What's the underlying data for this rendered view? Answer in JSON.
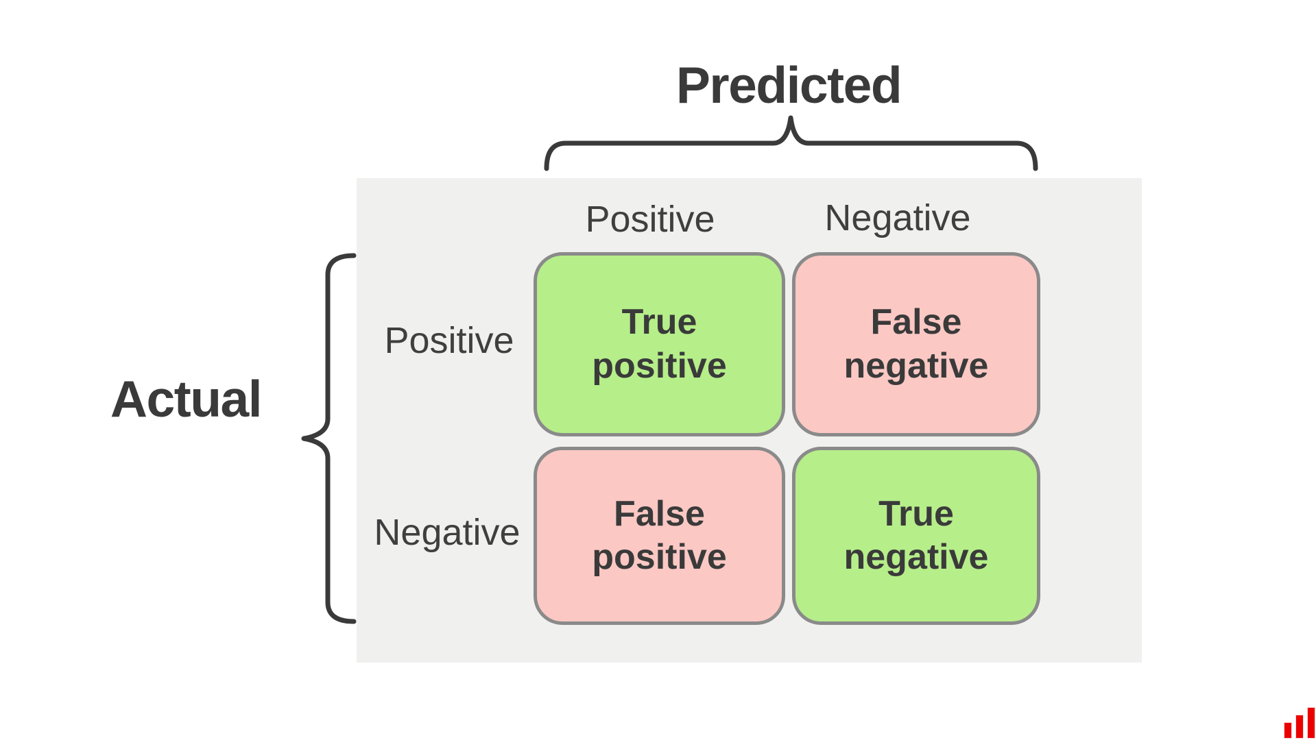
{
  "title_predicted": "Predicted",
  "title_actual": "Actual",
  "columns": [
    "Positive",
    "Negative"
  ],
  "rows": [
    "Positive",
    "Negative"
  ],
  "cells": [
    {
      "name": "true-positive",
      "label": "True\npositive",
      "row": "Positive",
      "column": "Positive",
      "category": "correct"
    },
    {
      "name": "false-negative",
      "label": "False\nnegative",
      "row": "Positive",
      "column": "Negative",
      "category": "incorrect"
    },
    {
      "name": "false-positive",
      "label": "False\npositive",
      "row": "Negative",
      "column": "Positive",
      "category": "incorrect"
    },
    {
      "name": "true-negative",
      "label": "True\nnegative",
      "row": "Negative",
      "column": "Negative",
      "category": "correct"
    }
  ],
  "colors": {
    "correct_cell": "#b6ee8a",
    "incorrect_cell": "#fbc8c4",
    "cell_border": "#8a8a8a",
    "panel_background": "#f0f0ef",
    "text_dark": "#3a3a3a",
    "label_text": "#3f3f3f",
    "brace": "#3a3a3a",
    "logo_red": "#eb0000"
  },
  "logo": {
    "name": "bar-chart-logo",
    "bar_heights": [
      22,
      33,
      44
    ]
  }
}
